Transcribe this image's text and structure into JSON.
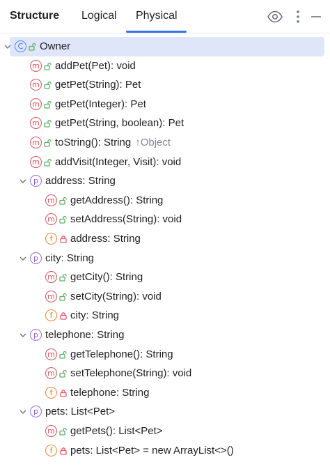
{
  "header": {
    "title": "Structure",
    "tabs": [
      {
        "label": "Logical",
        "active": false
      },
      {
        "label": "Physical",
        "active": true
      }
    ],
    "icons": [
      "eye-icon",
      "more-vertical-icon",
      "minimize-icon"
    ],
    "accent_color": "#3574f0"
  },
  "tree": {
    "root": {
      "symbol": "C",
      "label": "Owner",
      "visibility": "public",
      "expanded": true,
      "selected": true
    },
    "items": [
      {
        "symbol": "m",
        "label": "addPet(Pet): void",
        "visibility": "public"
      },
      {
        "symbol": "m",
        "label": "getPet(String): Pet",
        "visibility": "public"
      },
      {
        "symbol": "m",
        "label": "getPet(Integer): Pet",
        "visibility": "public"
      },
      {
        "symbol": "m",
        "label": "getPet(String, boolean): Pet",
        "visibility": "public"
      },
      {
        "symbol": "m",
        "label": "toString(): String",
        "visibility": "public",
        "inherited": "↑Object"
      },
      {
        "symbol": "m",
        "label": "addVisit(Integer, Visit): void",
        "visibility": "public"
      }
    ],
    "properties": [
      {
        "symbol": "p",
        "label": "address: String",
        "expanded": true,
        "children": [
          {
            "symbol": "m",
            "label": "getAddress(): String",
            "visibility": "public"
          },
          {
            "symbol": "m",
            "label": "setAddress(String): void",
            "visibility": "public"
          },
          {
            "symbol": "f",
            "label": "address: String",
            "visibility": "private"
          }
        ]
      },
      {
        "symbol": "p",
        "label": "city: String",
        "expanded": true,
        "children": [
          {
            "symbol": "m",
            "label": "getCity(): String",
            "visibility": "public"
          },
          {
            "symbol": "m",
            "label": "setCity(String): void",
            "visibility": "public"
          },
          {
            "symbol": "f",
            "label": "city: String",
            "visibility": "private"
          }
        ]
      },
      {
        "symbol": "p",
        "label": "telephone: String",
        "expanded": true,
        "children": [
          {
            "symbol": "m",
            "label": "getTelephone(): String",
            "visibility": "public"
          },
          {
            "symbol": "m",
            "label": "setTelephone(String): void",
            "visibility": "public"
          },
          {
            "symbol": "f",
            "label": "telephone: String",
            "visibility": "private"
          }
        ]
      },
      {
        "symbol": "p",
        "label": "pets: List<Pet>",
        "expanded": true,
        "children": [
          {
            "symbol": "m",
            "label": "getPets(): List<Pet>",
            "visibility": "public"
          },
          {
            "symbol": "f",
            "label": "pets: List<Pet> = new ArrayList<>()",
            "visibility": "private"
          }
        ]
      }
    ]
  }
}
